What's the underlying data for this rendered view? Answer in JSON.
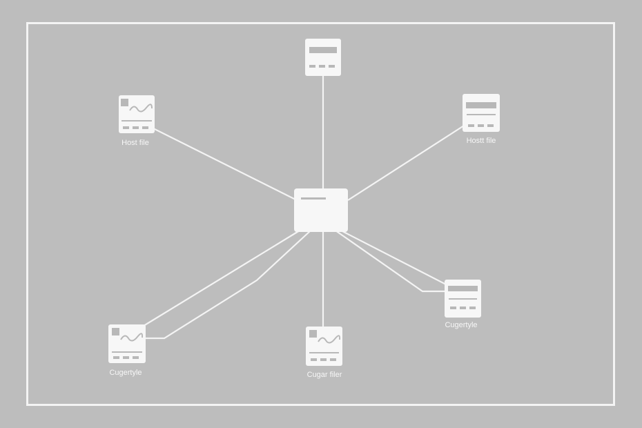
{
  "colors": {
    "background": "#bdbdbd",
    "line": "#f4f4f4",
    "node_fill": "#f7f7f7",
    "node_detail": "#b8b8b8"
  },
  "hub": {
    "icon": "server-icon"
  },
  "nodes": [
    {
      "id": "top",
      "icon": "file-card-icon",
      "label": ""
    },
    {
      "id": "upper-left",
      "icon": "chart-file-icon",
      "label": "Host file"
    },
    {
      "id": "upper-right",
      "icon": "file-card-icon",
      "label": "Hostt file"
    },
    {
      "id": "lower-right",
      "icon": "file-card-icon",
      "label": "Cugertyle"
    },
    {
      "id": "bottom",
      "icon": "chart-file-icon",
      "label": "Cugar filer"
    },
    {
      "id": "lower-left",
      "icon": "chart-file-icon",
      "label": "Cugertyle"
    }
  ]
}
